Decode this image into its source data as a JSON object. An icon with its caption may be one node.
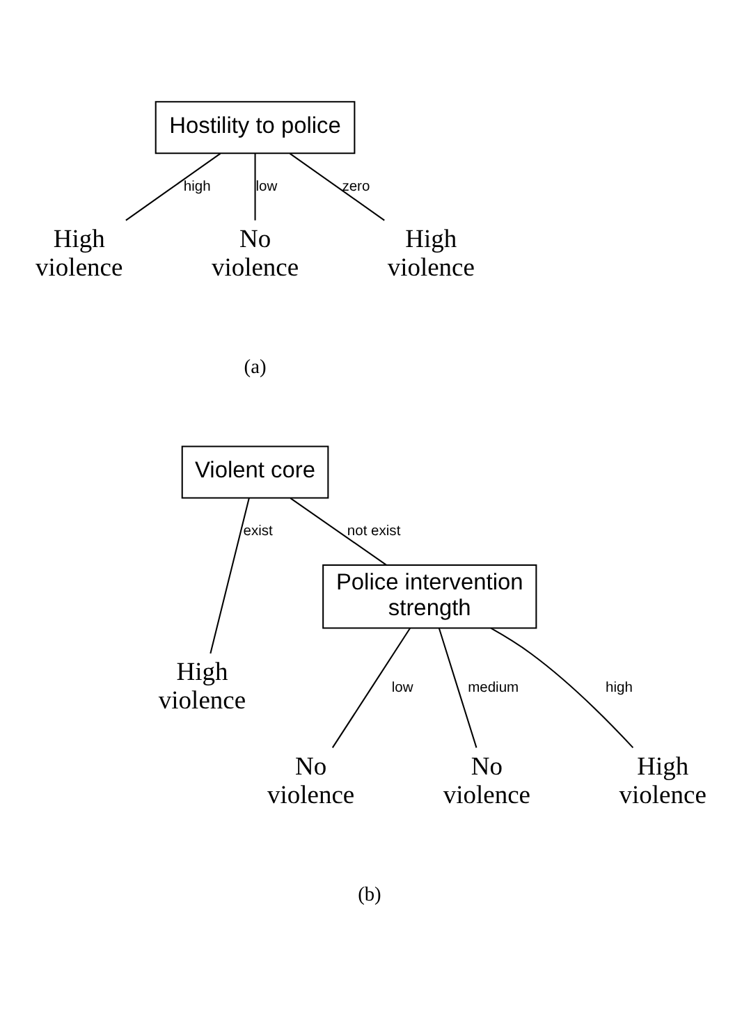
{
  "diagram": {
    "nodes": [
      {
        "text": [
          "Hostility to police"
        ]
      },
      {
        "text": [
          "High violence"
        ]
      },
      {
        "text": [
          "No violence"
        ]
      },
      {
        "text": [
          "High violence"
        ]
      },
      {
        "text": [
          "Violent core"
        ]
      },
      {
        "text": [
          "High violence"
        ]
      },
      {
        "text": [
          "Police intervention strength"
        ]
      },
      {
        "text": [
          "No violence"
        ]
      },
      {
        "text": [
          "No violence"
        ]
      },
      {
        "text": [
          "High violence"
        ]
      }
    ],
    "edges": [
      {
        "from": 0,
        "to": 1,
        "arrow": "none",
        "label": "high"
      },
      {
        "from": 0,
        "to": 2,
        "arrow": "none",
        "label": "low"
      },
      {
        "from": 0,
        "to": 3,
        "arrow": "none",
        "label": "zero"
      },
      {
        "from": 4,
        "to": 5,
        "arrow": "none",
        "label": "exist"
      },
      {
        "from": 4,
        "to": 6,
        "arrow": "none",
        "label": "not exist"
      },
      {
        "from": 6,
        "to": 7,
        "arrow": "none",
        "label": "low"
      },
      {
        "from": 6,
        "to": 8,
        "arrow": "none",
        "label": "medium"
      },
      {
        "from": 6,
        "to": 9,
        "arrow": "none",
        "label": "high"
      }
    ],
    "labels": [
      "(a)",
      "(b)"
    ]
  }
}
